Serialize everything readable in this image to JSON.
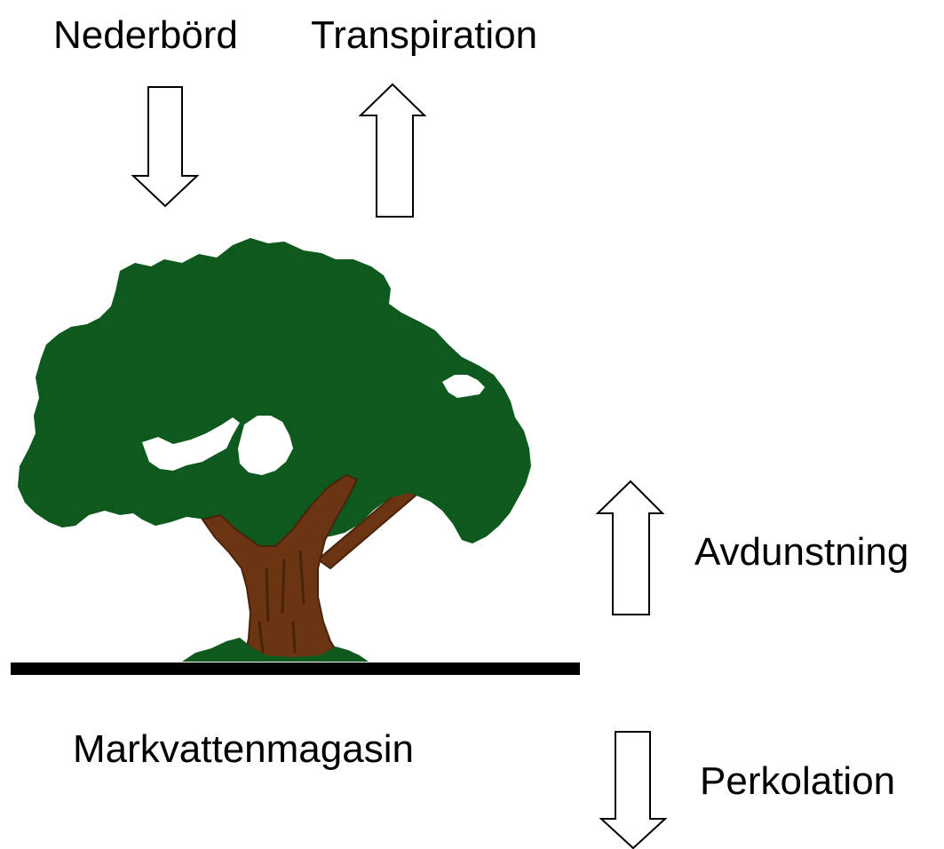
{
  "labels": {
    "precipitation": "Nederbörd",
    "transpiration": "Transpiration",
    "evaporation": "Avdunstning",
    "soil_water_storage": "Markvattenmagasin",
    "percolation": "Perkolation"
  },
  "arrows": {
    "precipitation": "down",
    "transpiration": "up",
    "evaporation": "up",
    "percolation": "down"
  },
  "colors": {
    "foliage": "#0e5a1e",
    "foliage_dark": "#0a4a17",
    "trunk": "#6b3413",
    "trunk_dark": "#4a230b",
    "ground": "#000000",
    "arrow_fill": "#ffffff",
    "arrow_stroke": "#000000"
  }
}
